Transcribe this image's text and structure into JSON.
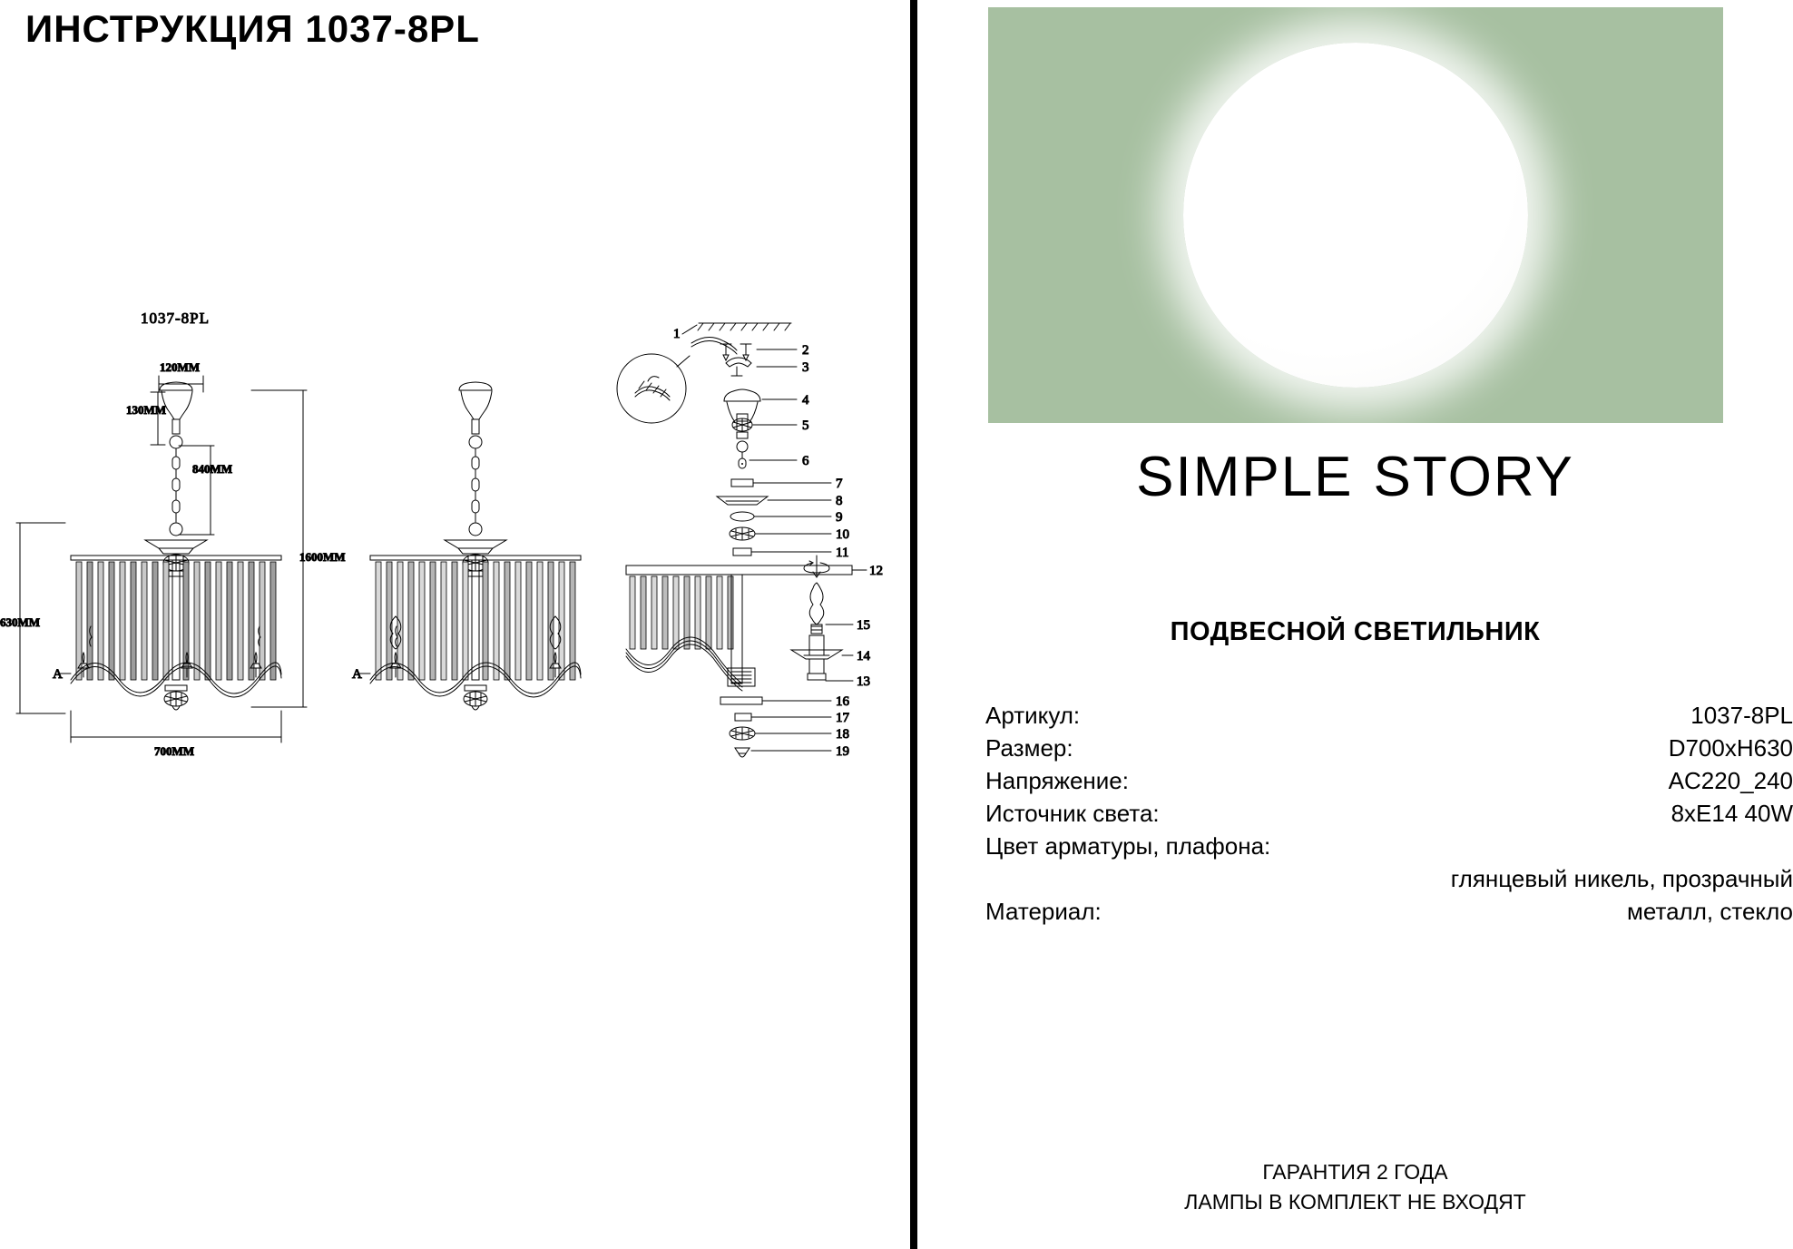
{
  "header": {
    "title": "ИНСТРУКЦИЯ 1037-8PL"
  },
  "drawings": {
    "model_label": "1037-8PL",
    "dimensions": {
      "shade_width": "120MM",
      "canopy_height": "130MM",
      "chain_length": "840MM",
      "total_height": "1600MM",
      "body_height": "630MM",
      "body_width": "700MM"
    },
    "section_label_left": "A",
    "section_label_middle": "A",
    "part_numbers": [
      "1",
      "2",
      "3",
      "4",
      "5",
      "6",
      "7",
      "8",
      "9",
      "10",
      "11",
      "12",
      "13",
      "14",
      "15",
      "16",
      "17",
      "18",
      "19"
    ]
  },
  "right_panel": {
    "brand_part1": "SIMPLE",
    "brand_part2": "STORY",
    "product_type": "ПОДВЕСНОЙ СВЕТИЛЬНИК",
    "specs": [
      {
        "key": "Артикул:",
        "value": "1037-8PL"
      },
      {
        "key": "Размер:",
        "value": "D700xH630"
      },
      {
        "key": "Напряжение:",
        "value": "AC220_240"
      },
      {
        "key": "Источник света:",
        "value": "8xE14 40W"
      },
      {
        "key": "Цвет арматуры, плафона:",
        "value": ""
      },
      {
        "key": "",
        "value": "глянцевый никель, прозрачный"
      },
      {
        "key": "Материал:",
        "value": "металл, стекло"
      }
    ],
    "footer_lines": [
      "ГАРАНТИЯ 2 ГОДА",
      "ЛАМПЫ В КОМПЛЕКТ НЕ ВХОДЯТ"
    ],
    "photo": {
      "background_color": "#a7c0a1",
      "shade_color": "#ffffff"
    }
  }
}
